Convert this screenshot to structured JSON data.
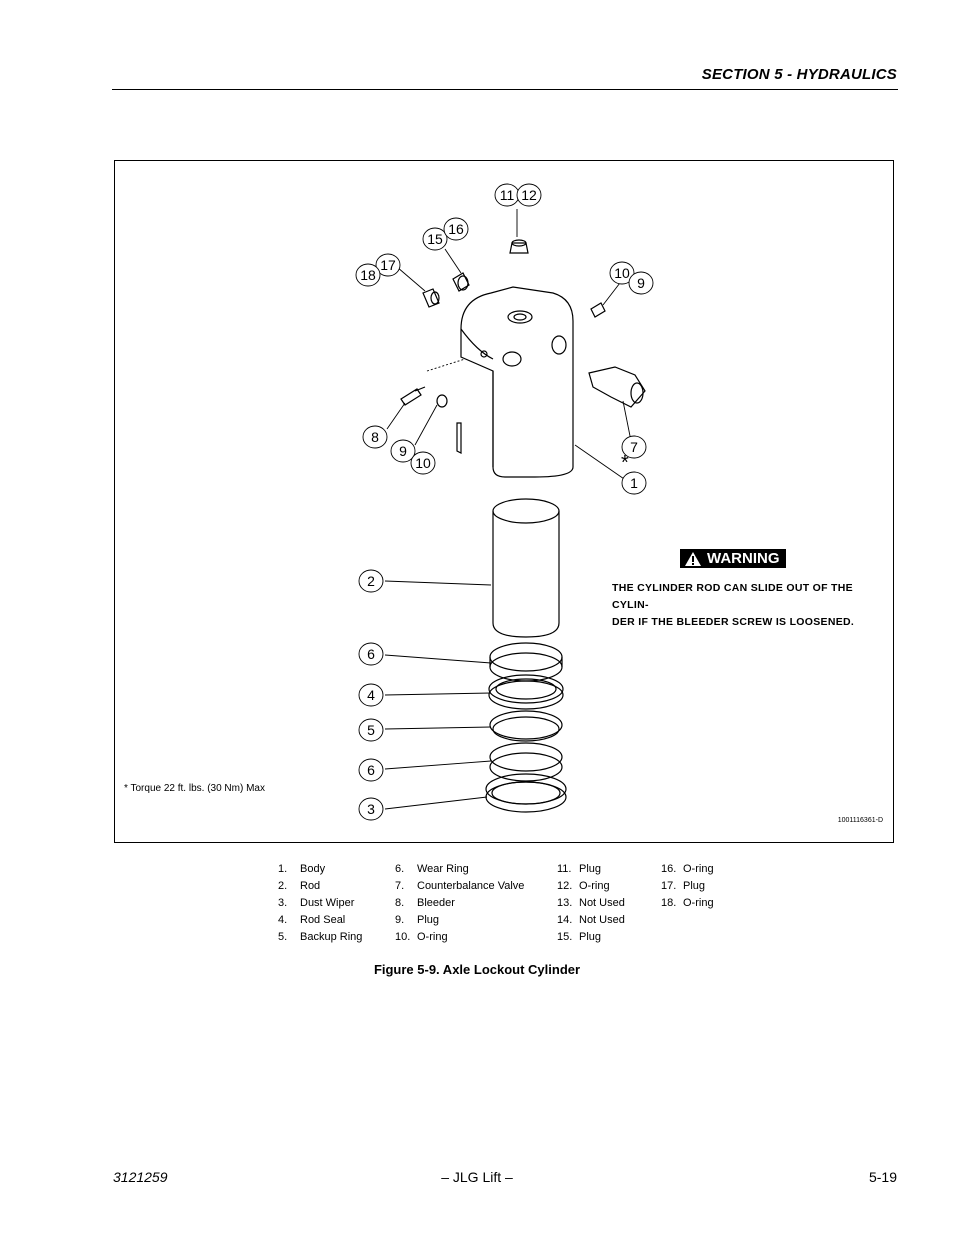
{
  "header": {
    "section_title": "SECTION 5 - HYDRAULICS"
  },
  "figure": {
    "callouts": [
      "11",
      "12",
      "15",
      "16",
      "17",
      "18",
      "10",
      "9",
      "8",
      "9",
      "10",
      "7",
      "1",
      "2",
      "6",
      "4",
      "5",
      "6",
      "3"
    ],
    "torque_symbol": "*",
    "warning": {
      "badge_label": "WARNING",
      "text": "THE CYLINDER ROD CAN SLIDE OUT OF THE CYLIN-DER IF THE BLEEDER SCREW IS LOOSENED.",
      "line1": "THE CYLINDER ROD CAN SLIDE OUT OF THE CYLIN-",
      "line2": "DER IF THE BLEEDER SCREW IS LOOSENED."
    },
    "torque_note": "* Torque 22 ft. lbs. (30 Nm) Max",
    "drawing_id": "1001116361-D"
  },
  "legend": {
    "columns": [
      [
        {
          "num": "1.",
          "label": "Body"
        },
        {
          "num": "2.",
          "label": "Rod"
        },
        {
          "num": "3.",
          "label": "Dust Wiper"
        },
        {
          "num": "4.",
          "label": "Rod Seal"
        },
        {
          "num": "5.",
          "label": "Backup Ring"
        }
      ],
      [
        {
          "num": "6.",
          "label": "Wear Ring"
        },
        {
          "num": "7.",
          "label": "Counterbalance Valve"
        },
        {
          "num": "8.",
          "label": "Bleeder"
        },
        {
          "num": "9.",
          "label": "Plug"
        },
        {
          "num": "10.",
          "label": "O-ring"
        }
      ],
      [
        {
          "num": "11.",
          "label": "Plug"
        },
        {
          "num": "12.",
          "label": "O-ring"
        },
        {
          "num": "13.",
          "label": "Not Used"
        },
        {
          "num": "14.",
          "label": "Not Used"
        },
        {
          "num": "15.",
          "label": "Plug"
        }
      ],
      [
        {
          "num": "16.",
          "label": "O-ring"
        },
        {
          "num": "17.",
          "label": "Plug"
        },
        {
          "num": "18.",
          "label": "O-ring"
        }
      ]
    ]
  },
  "caption": "Figure 5-9.  Axle Lockout Cylinder",
  "footer": {
    "doc_number": "3121259",
    "center": "– JLG Lift –",
    "page": "5-19"
  }
}
